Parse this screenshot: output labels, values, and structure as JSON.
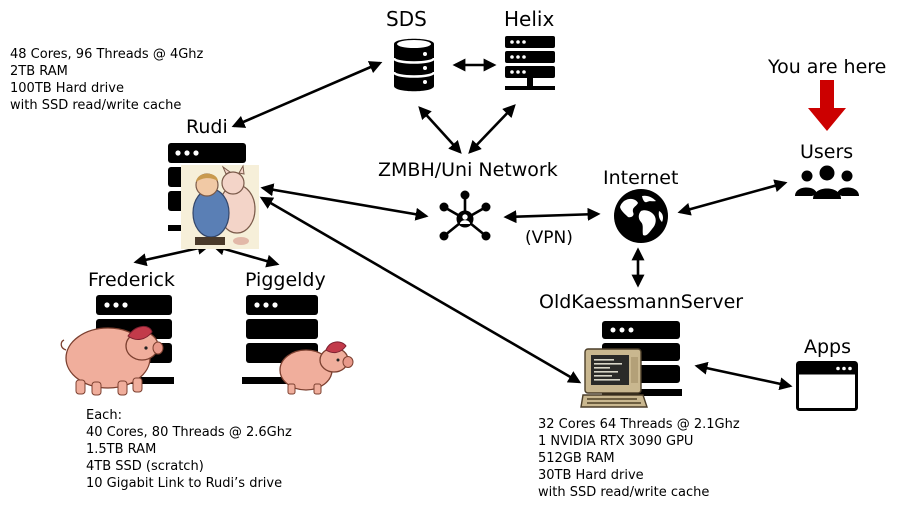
{
  "nodes": {
    "sds": {
      "label": "SDS",
      "icon": "database-icon"
    },
    "helix": {
      "label": "Helix",
      "icon": "server-rack-icon"
    },
    "rudi": {
      "label": "Rudi",
      "icon": "server-rack-icon"
    },
    "network": {
      "label": "ZMBH/Uni Network",
      "icon": "network-hub-icon"
    },
    "internet": {
      "label": "Internet",
      "icon": "globe-icon"
    },
    "users": {
      "label": "Users",
      "icon": "users-group-icon"
    },
    "frederick": {
      "label": "Frederick",
      "icon": "server-rack-icon"
    },
    "piggeldy": {
      "label": "Piggeldy",
      "icon": "server-rack-icon"
    },
    "oldkaessmann": {
      "label": "OldKaessmannServer",
      "icon": "server-rack-icon"
    },
    "apps": {
      "label": "Apps",
      "icon": "app-window-icon"
    }
  },
  "callout": {
    "text": "You are here",
    "color": "#cc0000"
  },
  "vpn_label": "(VPN)",
  "specs": {
    "rudi": [
      "48 Cores, 96 Threads @ 4Ghz",
      "2TB RAM",
      "100TB Hard drive",
      "with SSD read/write cache"
    ],
    "workers": [
      "Each:",
      "40 Cores, 80 Threads @ 2.6Ghz",
      "1.5TB RAM",
      "4TB SSD (scratch)",
      "10 Gigabit Link to Rudi’s drive"
    ],
    "oldkaessmann": [
      "32 Cores 64 Threads @ 2.1Ghz",
      "1 NVIDIA RTX 3090 GPU",
      "512GB RAM",
      "30TB Hard drive",
      "with SSD read/write cache"
    ]
  },
  "colors": {
    "ink": "#000000",
    "callout": "#cc0000"
  }
}
